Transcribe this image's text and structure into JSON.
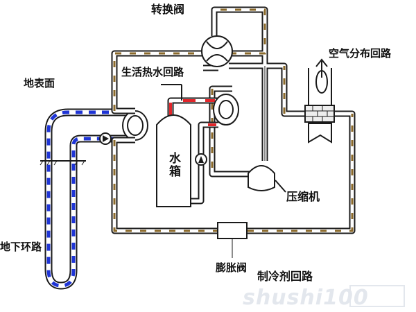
{
  "labels": {
    "reversing_valve": "转换阀",
    "air_distribution_loop": "空气分布回路",
    "ground_surface": "地表面",
    "hot_water_loop": "生活热水回路",
    "water_tank": "水\n箱",
    "compressor": "压缩机",
    "underground_loop": "地下环路",
    "expansion_valve": "膨胀阀",
    "refrigerant_loop": "制冷剂回路"
  },
  "watermark": "shushi100",
  "colors": {
    "pipe_outline": "#1a1a1a",
    "refrigerant_flow": "#8b6a2b",
    "ground_water_flow": "#1f35d6",
    "hot_water_flow": "#e3262b",
    "brick": "#eeeeee"
  }
}
